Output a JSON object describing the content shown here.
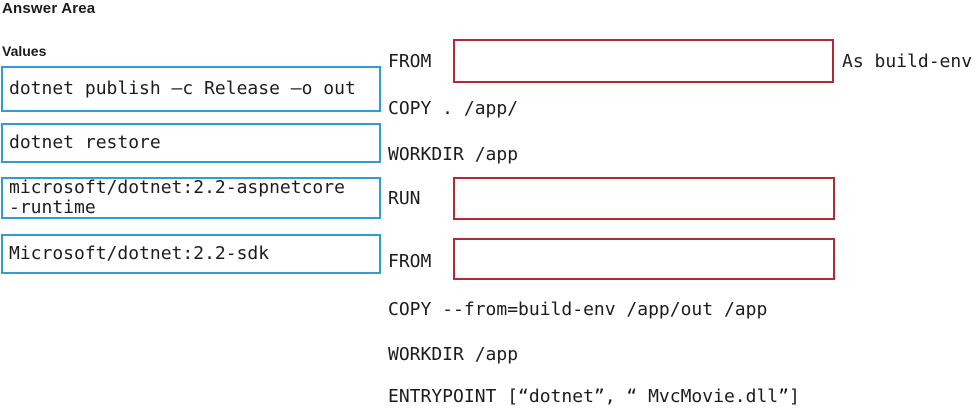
{
  "title": "Answer Area",
  "values_panel": {
    "heading": "Values",
    "items": [
      {
        "label": "dotnet publish –c Release –o out"
      },
      {
        "label": "dotnet restore"
      },
      {
        "label": "microsoft/dotnet:2.2-aspnetcore\n-runtime"
      },
      {
        "label": "Microsoft/dotnet:2.2-sdk"
      }
    ]
  },
  "dockerfile": {
    "rows": [
      {
        "type": "blank",
        "keyword": "FROM",
        "suffix": "As build-env"
      },
      {
        "type": "text",
        "text": "COPY . /app/"
      },
      {
        "type": "text",
        "text": "WORKDIR /app"
      },
      {
        "type": "blank",
        "keyword": "RUN",
        "suffix": ""
      },
      {
        "type": "blank",
        "keyword": "FROM",
        "suffix": ""
      },
      {
        "type": "text",
        "text": "COPY --from=build-env /app/out /app"
      },
      {
        "type": "text",
        "text": "WORKDIR /app"
      },
      {
        "type": "text",
        "text": "ENTRYPOINT [“dotnet”, “ MvcMovie.dll”]"
      }
    ]
  },
  "colors": {
    "value_border": "#319cd4",
    "blank_border": "#b32b32",
    "text": "#1c1c1c",
    "background": "#ffffff"
  }
}
